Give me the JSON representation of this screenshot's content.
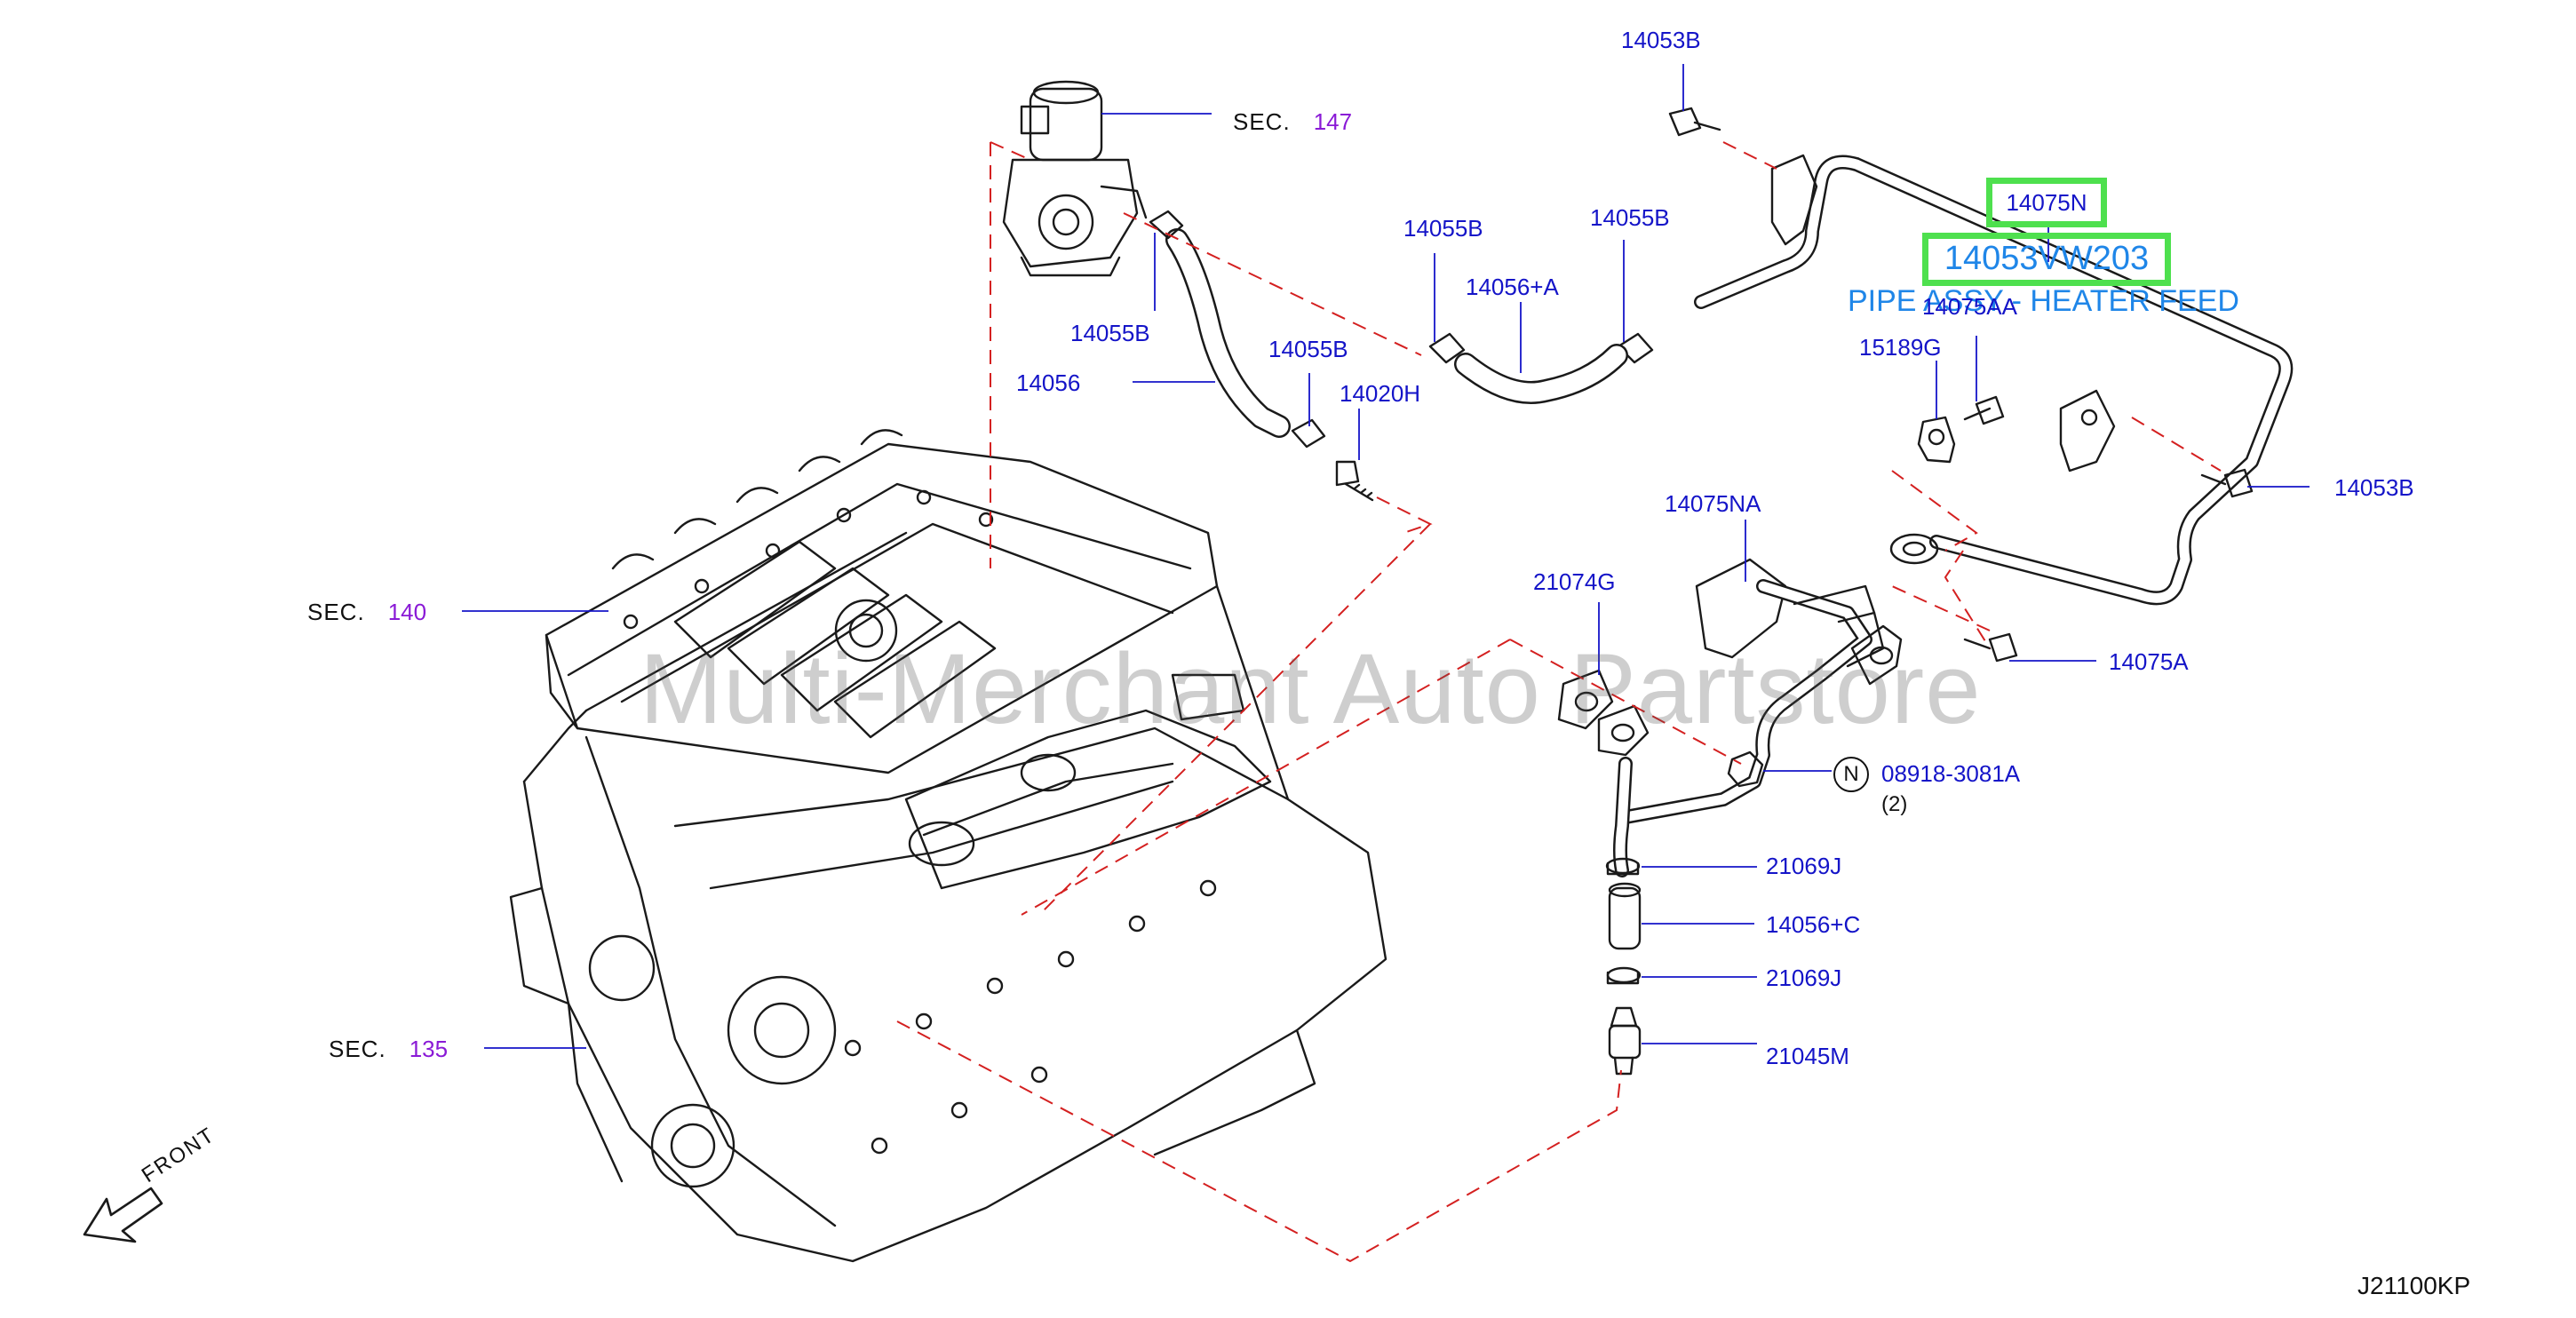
{
  "labels": {
    "p14053B_top": "14053B",
    "p14075N": "14075N",
    "p14053VW203": "14053VW203",
    "pipe_assy": "PIPE ASSY - HEATER FEED",
    "p14075AA": "14075AA",
    "p15189G": "15189G",
    "p14053B_right": "14053B",
    "p14075NA": "14075NA",
    "p21074G": "21074G",
    "p14075A": "14075A",
    "p08918": "08918-3081A",
    "p08918_qty": "(2)",
    "n_mark": "N",
    "p21069J_a": "21069J",
    "p14056C": "14056+C",
    "p21069J_b": "21069J",
    "p21045M": "21045M",
    "p14055B_a": "14055B",
    "p14055B_b": "14055B",
    "p14055B_c": "14055B",
    "p14055B_d": "14055B",
    "p14056A": "14056+A",
    "p14056": "14056",
    "p14020H": "14020H",
    "sec_word": "SEC.",
    "sec147": "147",
    "sec140": "140",
    "sec135": "135",
    "front": "FRONT",
    "diagram_code": "J21100KP",
    "watermark": "Multi-Merchant Auto Partstore"
  },
  "colors": {
    "label_blue": "#1414c8",
    "highlight_green": "#4ee04e",
    "dash_red": "#d42020",
    "section_purple": "#8a1ad6",
    "title_blue": "#1f86e8"
  }
}
